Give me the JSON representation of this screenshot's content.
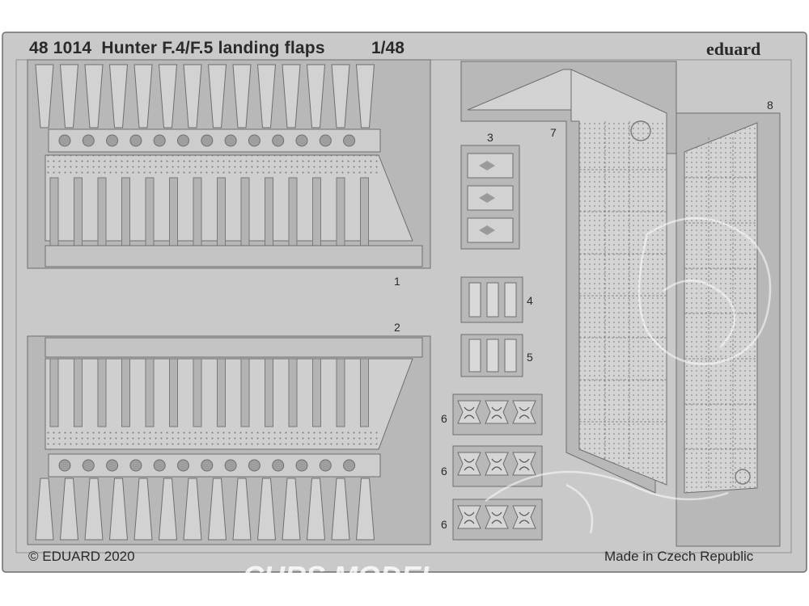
{
  "fret": {
    "code": "48 1014",
    "title": "Hunter F.4/F.5 landing flaps",
    "scale": "1/48",
    "brand": "eduard",
    "copyright": "© EDUARD 2020",
    "made_in": "Made in Czech Republic",
    "watermark": "CURS MODEL"
  },
  "parts": [
    {
      "number": "1"
    },
    {
      "number": "2"
    },
    {
      "number": "3"
    },
    {
      "number": "4"
    },
    {
      "number": "5"
    },
    {
      "number": "6"
    },
    {
      "number": "6"
    },
    {
      "number": "6"
    },
    {
      "number": "7"
    },
    {
      "number": "8"
    }
  ],
  "colors": {
    "background": "#ffffff",
    "metal": "#c9c9c9",
    "etched": "#b5b5b5",
    "outline": "#6e6e6e",
    "text": "#2a2a2a"
  }
}
